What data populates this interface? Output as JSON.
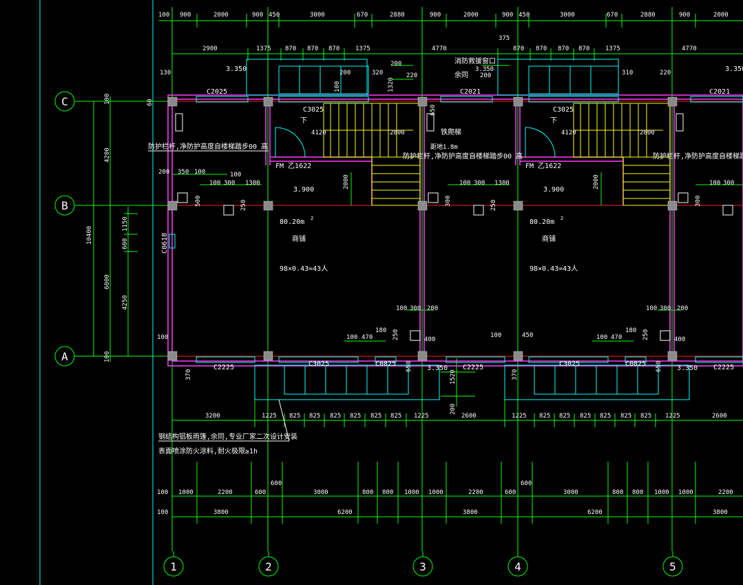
{
  "colors": {
    "background": "#000000",
    "dimension": "#00ff00",
    "axis": "#ff2020",
    "wall": "#ff40ff",
    "window": "#00ffff",
    "stair": "#ffff00",
    "text": "#ffffff",
    "column": "#8a8a8a"
  },
  "axes_vertical": [
    "1",
    "2",
    "3",
    "4",
    "5"
  ],
  "axes_horizontal": [
    "C",
    "B",
    "A"
  ],
  "dims_top_row1": [
    "100",
    "900",
    "2000",
    "900",
    "450",
    "3000",
    "670",
    "2880",
    "900",
    "2000",
    "900",
    "450",
    "3000",
    "670",
    "2880",
    "900",
    "2000"
  ],
  "dims_top_row2": [
    "2900",
    "1375",
    "870",
    "870",
    "870",
    "1375",
    "4770",
    "870",
    "870",
    "870",
    "870",
    "1375",
    "4770"
  ],
  "dims_bottom_row1": [
    "3200",
    "1225",
    "825",
    "825",
    "825",
    "825",
    "825",
    "825",
    "1225",
    "2600",
    "1225",
    "825",
    "825",
    "825",
    "825",
    "825",
    "825",
    "1225",
    "2600"
  ],
  "dims_bottom_row2": [
    "100",
    "1000",
    "2200",
    "600",
    "600",
    "3000",
    "800",
    "800",
    "1000",
    "1000",
    "2200",
    "600",
    "600",
    "3000",
    "800",
    "800",
    "1000",
    "1000",
    "2200"
  ],
  "dims_bottom_row3": [
    "100",
    "3800",
    "6200",
    "3800",
    "6200",
    "3800"
  ],
  "dims_left": [
    "100",
    "4200",
    "200",
    "350",
    "100",
    "500",
    "1150",
    "600",
    "4250",
    "6000",
    "10400",
    "100",
    "100",
    "60",
    "130"
  ],
  "window_tags": [
    "C2025",
    "C2021",
    "C2021",
    "C3025",
    "C3025",
    "C0618",
    "C2225",
    "C3025",
    "C0825",
    "C2225",
    "C3025",
    "C0825",
    "C2225"
  ],
  "door_tags": [
    "FM 乙1622",
    "FM 乙1622"
  ],
  "elevations": [
    "3.350",
    "3.350",
    "3.350",
    "3.900",
    "3.900",
    "3.350",
    "3.350"
  ],
  "room_name": "商铺",
  "room_area": "80.20m",
  "area_sup": "2",
  "occupancy": "98×0.43=43人",
  "notes": {
    "rescue_window": "消防救援窗口",
    "same": "余同",
    "railing": "防护栏杆,净防护高度自楼梯踏步00 高",
    "railing_alt": "防护栏杆,净防护高度自楼梯踏步00 高",
    "ladder": "铁爬梯",
    "ladder_gap": "距地1.8m",
    "canopy1": "钢结构铝板雨篷,余同,专业厂家二次设计安装",
    "canopy2": "表面喷涂防火涂料,耐火极限≥1h"
  },
  "misc_dims": [
    "4120",
    "2800",
    "2000",
    "1300",
    "100",
    "300",
    "100",
    "100",
    "200",
    "320",
    "200",
    "220",
    "310",
    "375",
    "1320",
    "650",
    "470",
    "180",
    "250",
    "400",
    "450",
    "370",
    "1520",
    "200",
    "600"
  ],
  "stair_down": "下"
}
